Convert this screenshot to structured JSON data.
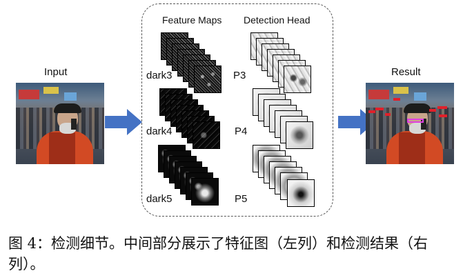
{
  "labels": {
    "input": "Input",
    "result": "Result",
    "feature_maps": "Feature Maps",
    "detection_head": "Detection Head",
    "dark3": "dark3",
    "dark4": "dark4",
    "dark5": "dark5",
    "p3": "P3",
    "p4": "P4",
    "p5": "P5"
  },
  "caption": "图 4：检测细节。中间部分展示了特征图（左列）和检测结果（右列）。",
  "colors": {
    "arrow": "#4472c4",
    "box_red": "#e0202a",
    "box_magenta": "#e040e0"
  }
}
